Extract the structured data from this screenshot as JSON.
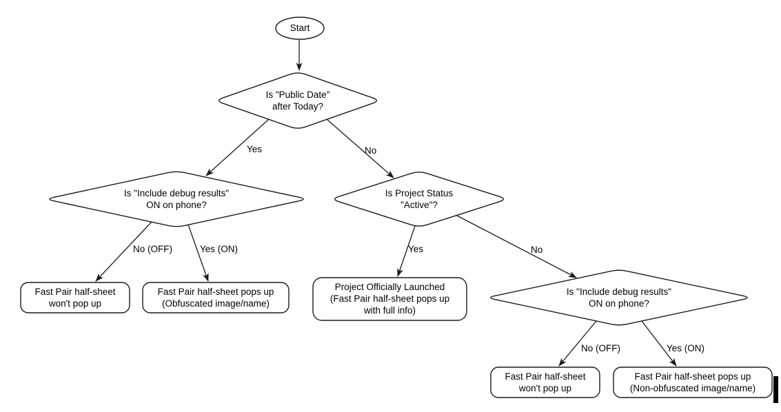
{
  "canvas": {
    "background_color": "#ffffff",
    "stroke_color": "#1a1a1a",
    "text_color": "#000000"
  },
  "nodes": {
    "start": {
      "label": "Start"
    },
    "decision_public_date": {
      "line1": "Is \"Public Date\"",
      "line2": "after Today?"
    },
    "decision_debug_left": {
      "line1": "Is \"Include debug results\"",
      "line2": "ON on phone?"
    },
    "decision_project_status": {
      "line1": "Is Project Status",
      "line2": "\"Active\"?"
    },
    "decision_debug_right": {
      "line1": "Is \"Include debug results\"",
      "line2": "ON on phone?"
    },
    "outcome_no_popup_left": {
      "line1": "Fast Pair half-sheet",
      "line2": "won't pop up"
    },
    "outcome_obfuscated": {
      "line1": "Fast Pair half-sheet pops up",
      "line2": "(Obfuscated image/name)"
    },
    "outcome_launched": {
      "line1": "Project Officially Launched",
      "line2": "(Fast Pair half-sheet pops up",
      "line3": "with full info)"
    },
    "outcome_no_popup_right": {
      "line1": "Fast Pair half-sheet",
      "line2": "won't pop up"
    },
    "outcome_non_obfuscated": {
      "line1": "Fast Pair half-sheet pops up",
      "line2": "(Non-obfuscated image/name)"
    }
  },
  "edge_labels": {
    "public_date_yes": "Yes",
    "public_date_no": "No",
    "debug_left_no": "No (OFF)",
    "debug_left_yes": "Yes (ON)",
    "project_status_yes": "Yes",
    "project_status_no": "No",
    "debug_right_no": "No (OFF)",
    "debug_right_yes": "Yes (ON)"
  }
}
